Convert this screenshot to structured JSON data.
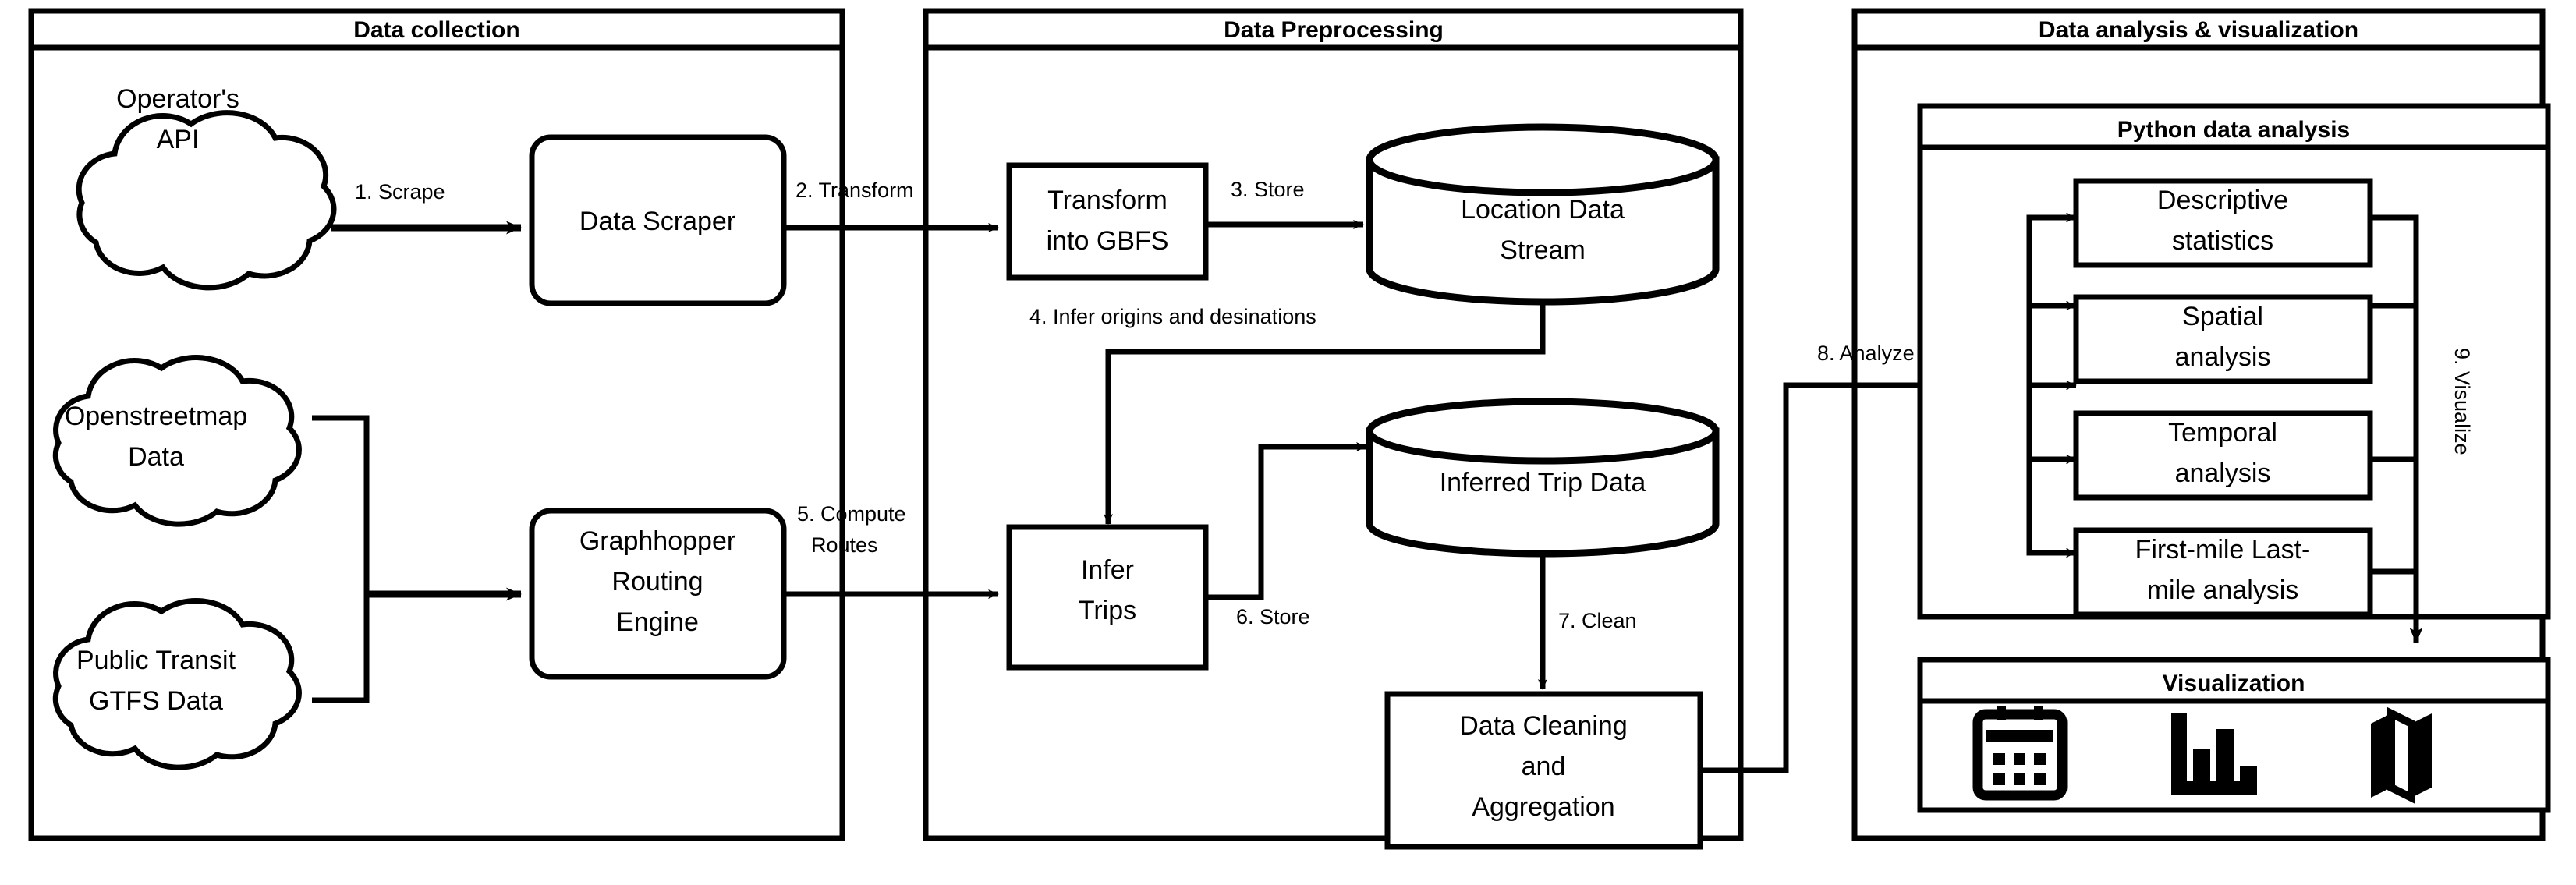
{
  "diagram": {
    "title_visible": false,
    "panels": [
      {
        "id": "data-collection",
        "title": "Data collection",
        "nodes": [
          {
            "id": "operators-api",
            "label_line1": "Operator's",
            "label_line2": "API",
            "shape": "cloud"
          },
          {
            "id": "openstreetmap-data",
            "label_line1": "Openstreetmap",
            "label_line2": "Data",
            "shape": "cloud"
          },
          {
            "id": "public-transit-gtfs-data",
            "label_line1": "Public Transit",
            "label_line2": "GTFS Data",
            "shape": "cloud"
          },
          {
            "id": "data-scraper",
            "label_line1": "Data Scraper",
            "label_line2": "",
            "shape": "rounded-rect"
          },
          {
            "id": "graphhopper-routing-engine",
            "label_line1": "Graphhopper",
            "label_line2": "Routing",
            "label_line3": "Engine",
            "shape": "rounded-rect"
          }
        ]
      },
      {
        "id": "data-preprocessing",
        "title": "Data Preprocessing",
        "nodes": [
          {
            "id": "transform-into-gbfs",
            "label_line1": "Transform",
            "label_line2": "into GBFS",
            "shape": "rect"
          },
          {
            "id": "location-data-stream",
            "label_line1": "Location Data",
            "label_line2": "Stream",
            "shape": "cylinder"
          },
          {
            "id": "infer-trips",
            "label_line1": "Infer",
            "label_line2": "Trips",
            "shape": "rect"
          },
          {
            "id": "inferred-trip-data",
            "label_line1": "Inferred Trip Data",
            "label_line2": "",
            "shape": "cylinder"
          },
          {
            "id": "data-cleaning-and-aggregation",
            "label_line1": "Data Cleaning",
            "label_line2": "and",
            "label_line3": "Aggregation",
            "shape": "rect"
          }
        ]
      },
      {
        "id": "data-analysis-visualization",
        "title": "Data analysis & visualization",
        "subpanels": [
          {
            "id": "python-data-analysis",
            "title": "Python data analysis",
            "nodes": [
              {
                "id": "descriptive-statistics",
                "label_line1": "Descriptive",
                "label_line2": "statistics"
              },
              {
                "id": "spatial-analysis",
                "label_line1": "Spatial",
                "label_line2": "analysis"
              },
              {
                "id": "temporal-analysis",
                "label_line1": "Temporal",
                "label_line2": "analysis"
              },
              {
                "id": "first-mile-last-mile-analysis",
                "label_line1": "First-mile Last-",
                "label_line2": "mile analysis"
              }
            ]
          },
          {
            "id": "visualization",
            "title": "Visualization",
            "icons": [
              {
                "id": "calendar-icon",
                "name": "calendar-icon"
              },
              {
                "id": "bar-chart-icon",
                "name": "bar-chart-icon"
              },
              {
                "id": "map-icon",
                "name": "map-icon"
              }
            ]
          }
        ]
      }
    ],
    "edges": [
      {
        "id": "e1",
        "label": "1. Scrape"
      },
      {
        "id": "e2",
        "label": "2. Transform"
      },
      {
        "id": "e3",
        "label": "3. Store"
      },
      {
        "id": "e4",
        "label": "4. Infer origins and desinations"
      },
      {
        "id": "e5",
        "label": "5. Compute",
        "label2": "Routes"
      },
      {
        "id": "e6",
        "label": "6. Store"
      },
      {
        "id": "e7",
        "label": "7. Clean"
      },
      {
        "id": "e8",
        "label": "8. Analyze"
      },
      {
        "id": "e9",
        "label": "9. Visualize"
      }
    ],
    "colors": {
      "stroke": "#000000",
      "fill": "#ffffff"
    }
  }
}
